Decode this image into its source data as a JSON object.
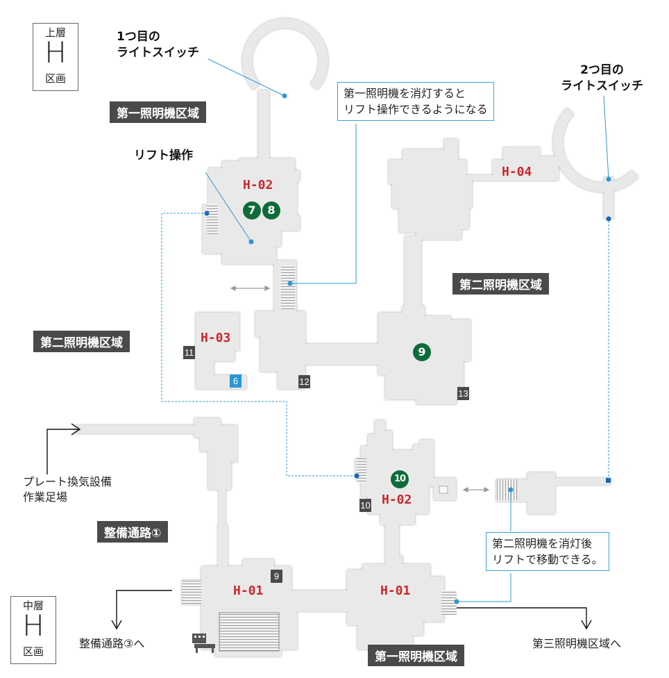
{
  "legend_upper": {
    "top": "上層",
    "letter": "H",
    "bottom": "区画"
  },
  "legend_middle": {
    "top": "中層",
    "letter": "H",
    "bottom": "区画"
  },
  "areas": {
    "first_upper": "第一照明機区域",
    "second_left": "第二照明機区域",
    "second_right": "第二照明機区域",
    "corridor": "整備通路①",
    "first_lower": "第一照明機区域"
  },
  "notes": {
    "switch1_line1": "1つ目の",
    "switch1_line2": "ライトスイッチ",
    "switch2_line1": "2つ目の",
    "switch2_line2": "ライトスイッチ",
    "lift_op": "リフト操作",
    "box1_line1": "第一照明機を消灯すると",
    "box1_line2": "リフト操作できるようになる",
    "box2_line1": "第二照明機を消灯後",
    "box2_line2": "リフトで移動できる。",
    "plate_line1": "プレート換気設備",
    "plate_line2": "作業足場",
    "to_corridor3": "整備通路③へ",
    "to_third_area": "第三照明機区域へ"
  },
  "rooms": {
    "h02_upper": "H-02",
    "h03": "H-03",
    "h04": "H-04",
    "h02_lower": "H-02",
    "h01_left": "H-01",
    "h01_right": "H-01"
  },
  "green_markers": {
    "m7": "7",
    "m8": "8",
    "m9": "9",
    "m10": "10"
  },
  "square_markers": {
    "s11": "11",
    "s6": "6",
    "s12": "12",
    "s13": "13",
    "s10": "10",
    "s9": "9"
  },
  "colors": {
    "floor": "#e8e8e8",
    "wall_shadow": "#bdbdbd",
    "room_label": "#c8282e",
    "marker_green": "#0f6b3a",
    "marker_blue": "#2b97d4",
    "area_label_bg": "#4a4a4a",
    "note_border": "#3aa3d9"
  }
}
